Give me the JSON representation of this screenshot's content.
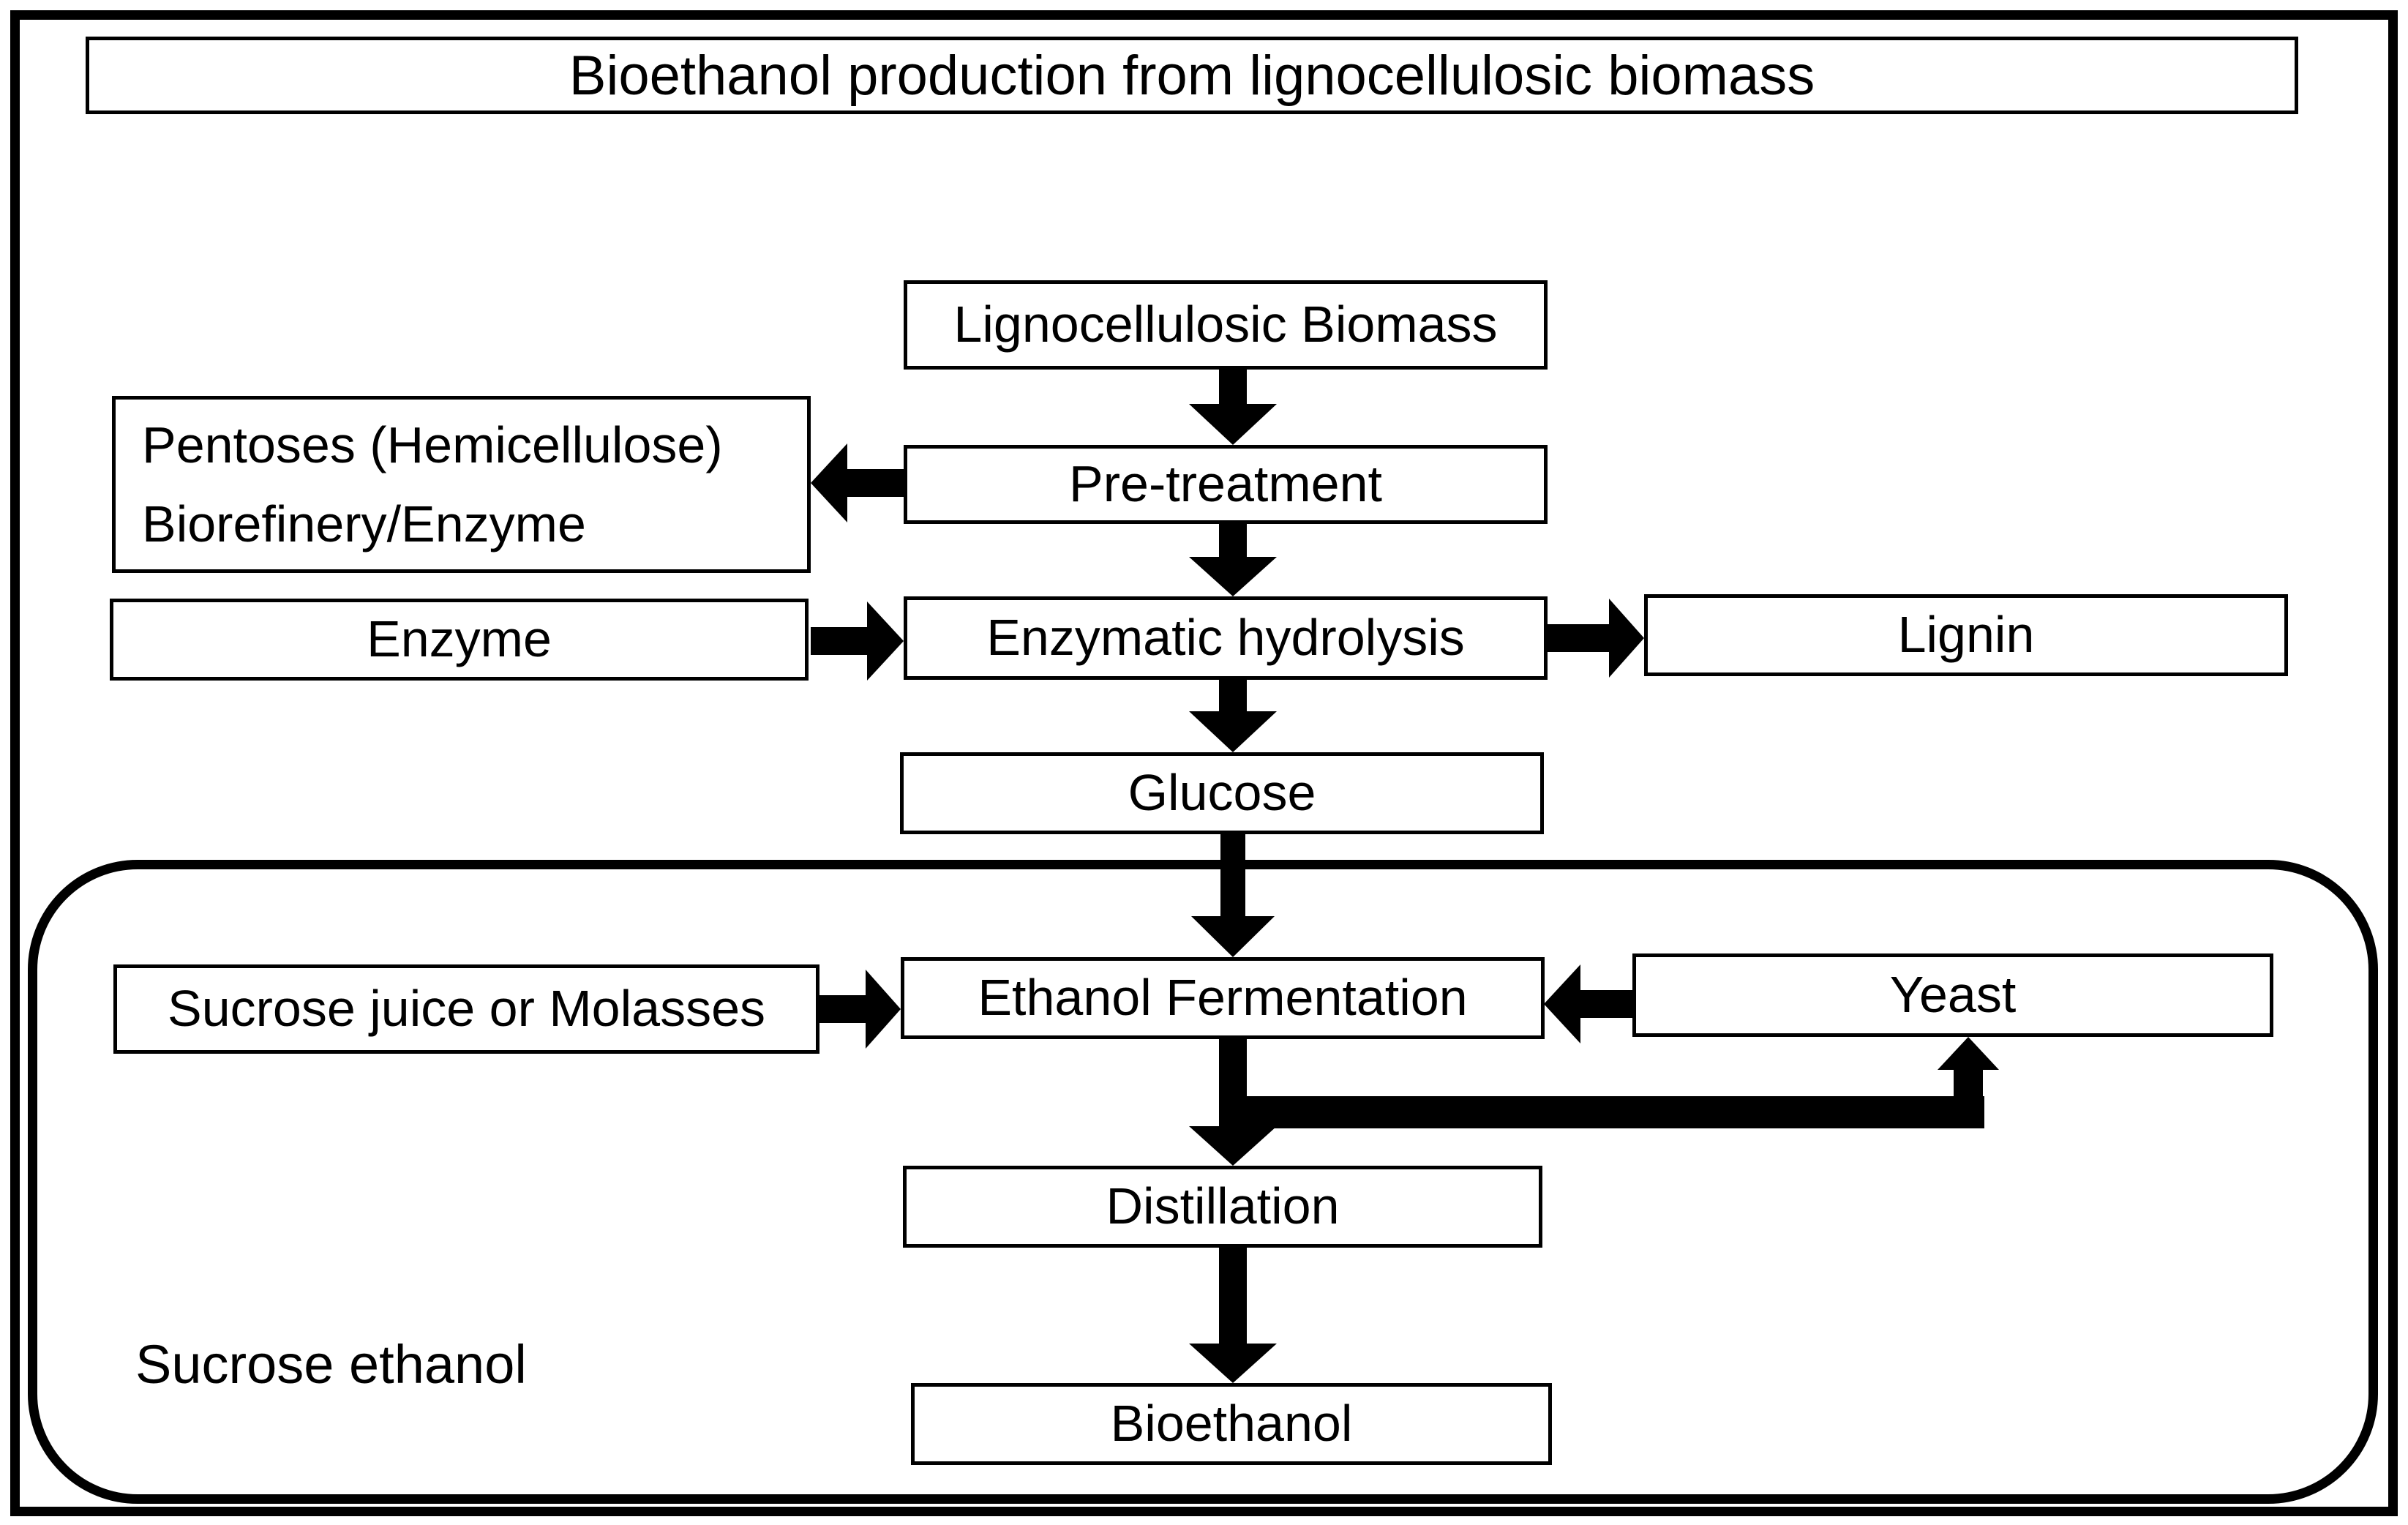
{
  "diagram": {
    "title": "Bioethanol production from lignocellulosic biomass",
    "nodes": {
      "lignocellulosic_biomass": "Lignocellulosic Biomass",
      "pretreatment": "Pre-treatment",
      "pentoses": {
        "line1": "Pentoses (Hemicellulose)",
        "line2": "Biorefinery/Enzyme"
      },
      "enzyme": "Enzyme",
      "enzymatic_hydrolysis": "Enzymatic hydrolysis",
      "lignin": "Lignin",
      "glucose": "Glucose",
      "sucrose_juice": "Sucrose juice or Molasses",
      "ethanol_fermentation": "Ethanol Fermentation",
      "yeast": "Yeast",
      "distillation": "Distillation",
      "bioethanol": "Bioethanol"
    },
    "container": {
      "label": "Sucrose ethanol"
    },
    "edges": [
      {
        "from": "lignocellulosic_biomass",
        "to": "pretreatment",
        "direction": "down"
      },
      {
        "from": "pretreatment",
        "to": "pentoses",
        "direction": "left"
      },
      {
        "from": "pretreatment",
        "to": "enzymatic_hydrolysis",
        "direction": "down"
      },
      {
        "from": "enzyme",
        "to": "enzymatic_hydrolysis",
        "direction": "right"
      },
      {
        "from": "enzymatic_hydrolysis",
        "to": "lignin",
        "direction": "right"
      },
      {
        "from": "enzymatic_hydrolysis",
        "to": "glucose",
        "direction": "down"
      },
      {
        "from": "glucose",
        "to": "ethanol_fermentation",
        "direction": "down"
      },
      {
        "from": "sucrose_juice",
        "to": "ethanol_fermentation",
        "direction": "right"
      },
      {
        "from": "yeast",
        "to": "ethanol_fermentation",
        "direction": "left"
      },
      {
        "from": "ethanol_fermentation",
        "to": "distillation",
        "direction": "down"
      },
      {
        "from": "ethanol_fermentation",
        "to": "yeast",
        "direction": "recycle-right-up"
      },
      {
        "from": "distillation",
        "to": "bioethanol",
        "direction": "down"
      }
    ],
    "colors": {
      "ink": "#000000",
      "paper": "#ffffff"
    }
  }
}
